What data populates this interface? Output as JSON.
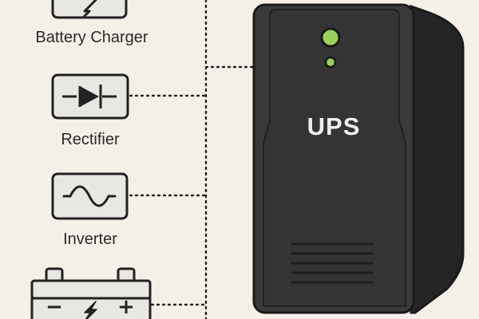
{
  "components": [
    {
      "id": "battery-charger",
      "label": "Battery Charger",
      "icon": "lightning-bolt-icon"
    },
    {
      "id": "rectifier",
      "label": "Rectifier",
      "icon": "diode-icon"
    },
    {
      "id": "inverter",
      "label": "Inverter",
      "icon": "sine-wave-icon"
    },
    {
      "id": "battery",
      "label": "",
      "icon": "battery-icon"
    }
  ],
  "battery": {
    "minus": "−",
    "plus": "+"
  },
  "ups": {
    "label": "UPS"
  },
  "colors": {
    "background": "#f4f0e8",
    "box_fill": "#e9e7e2",
    "stroke": "#222222",
    "ups_body": "#3a3a3a",
    "ups_dark": "#2a2a2a",
    "led_green": "#9bd15a"
  }
}
